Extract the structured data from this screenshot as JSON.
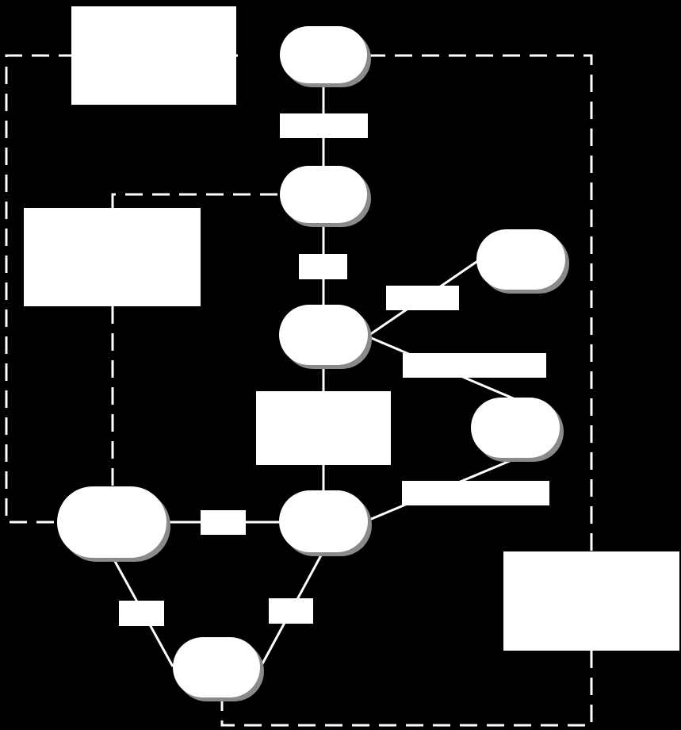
{
  "colors": {
    "background": "#000000",
    "shape_fill": "#ffffff",
    "shadow": "#8a8a8a",
    "line": "#ffffff"
  },
  "diagram": {
    "nodes": [
      {
        "id": "oval-top",
        "kind": "oval",
        "text": ""
      },
      {
        "id": "oval-second",
        "kind": "oval",
        "text": ""
      },
      {
        "id": "oval-middle",
        "kind": "oval",
        "text": ""
      },
      {
        "id": "oval-right-upper",
        "kind": "oval",
        "text": ""
      },
      {
        "id": "oval-right-lower",
        "kind": "oval",
        "text": ""
      },
      {
        "id": "oval-center-bottom",
        "kind": "oval",
        "text": ""
      },
      {
        "id": "oval-left-bottom",
        "kind": "oval",
        "text": ""
      },
      {
        "id": "oval-bottom",
        "kind": "oval",
        "text": ""
      },
      {
        "id": "box-top-left",
        "kind": "box",
        "text": ""
      },
      {
        "id": "box-mid-left",
        "kind": "box",
        "text": ""
      },
      {
        "id": "box-center",
        "kind": "box",
        "text": ""
      },
      {
        "id": "box-bottom-right",
        "kind": "box",
        "text": ""
      }
    ],
    "edge_labels": [
      {
        "id": "label-top",
        "text": ""
      },
      {
        "id": "label-second",
        "text": ""
      },
      {
        "id": "label-right-upper",
        "text": ""
      },
      {
        "id": "label-right-middle",
        "text": ""
      },
      {
        "id": "label-right-lower",
        "text": ""
      },
      {
        "id": "label-horizontal",
        "text": ""
      },
      {
        "id": "label-bottom-left",
        "text": ""
      },
      {
        "id": "label-bottom-right",
        "text": ""
      }
    ]
  }
}
